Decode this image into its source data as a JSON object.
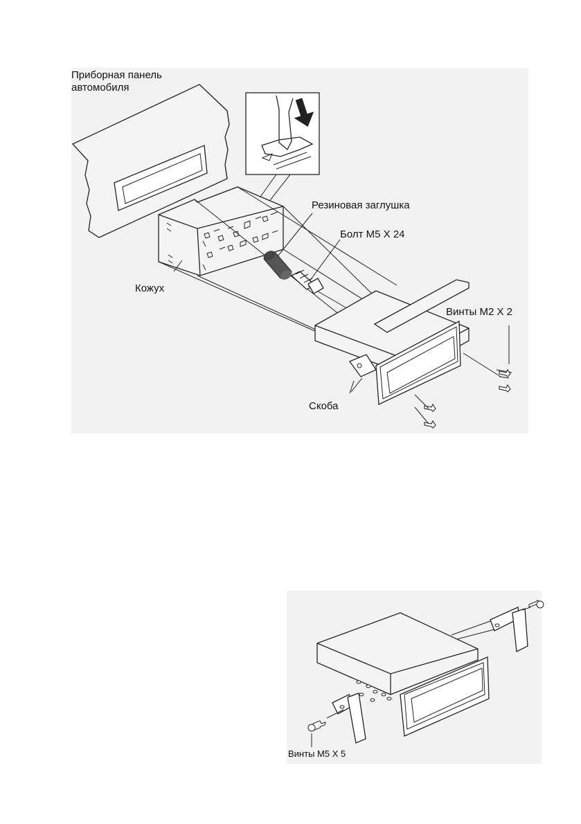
{
  "figure1": {
    "labels": {
      "dashboard_line1": "Приборная панель",
      "dashboard_line2": "автомобиля",
      "rubber_plug": "Резиновая заглушка",
      "bolt": "Болт M5 X 24",
      "sleeve": "Кожух",
      "screws_m2": "Винты M2 X 2",
      "bracket": "Скоба"
    }
  },
  "figure2": {
    "labels": {
      "screws_m5": "Винты M5 X 5"
    }
  }
}
